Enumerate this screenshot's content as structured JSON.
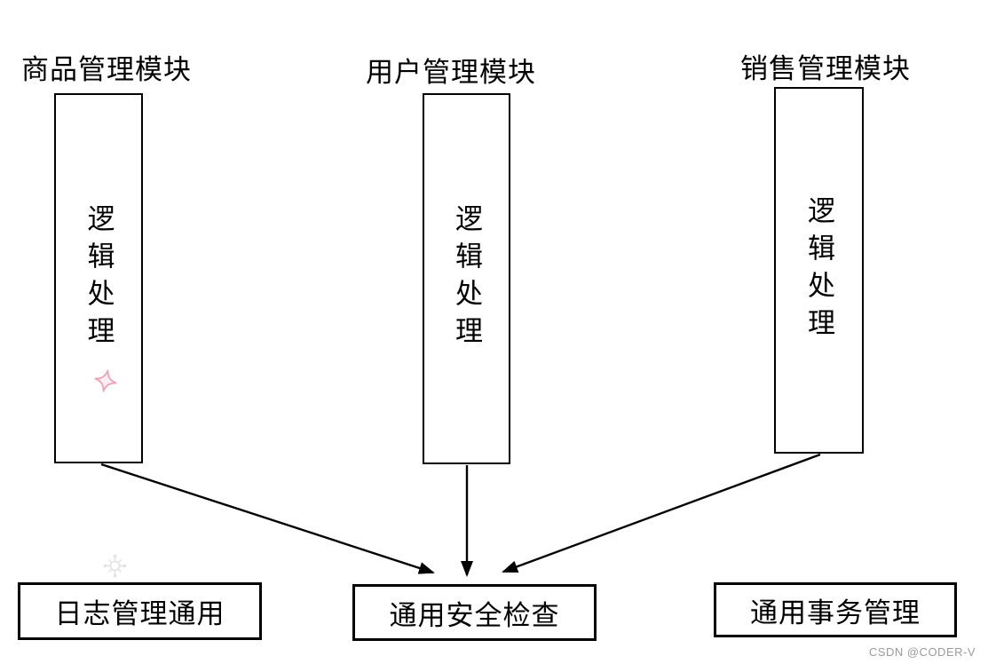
{
  "background": "#ffffff",
  "line_color": "#000000",
  "modules": [
    {
      "title": "商品管理模块",
      "inner_label": "逻辑处理"
    },
    {
      "title": "用户管理模块",
      "inner_label": "逻辑处理"
    },
    {
      "title": "销售管理模块",
      "inner_label": "逻辑处理"
    }
  ],
  "shared_components": [
    {
      "label": "日志管理通用"
    },
    {
      "label": "通用安全检查"
    },
    {
      "label": "通用事务管理"
    }
  ],
  "connections": [
    {
      "from": "商品管理模块 逻辑处理",
      "to": "通用安全检查"
    },
    {
      "from": "用户管理模块 逻辑处理",
      "to": "通用安全检查"
    },
    {
      "from": "销售管理模块 逻辑处理",
      "to": "通用安全检查"
    }
  ],
  "decorations": {
    "sparkle_color": "#ef9fb4",
    "sparkle_fill": "#fdeef3",
    "snowflake_color": "#e2e2e2"
  },
  "watermark": {
    "text": "CSDN @CODER-V",
    "color": "#9b9b9b"
  }
}
